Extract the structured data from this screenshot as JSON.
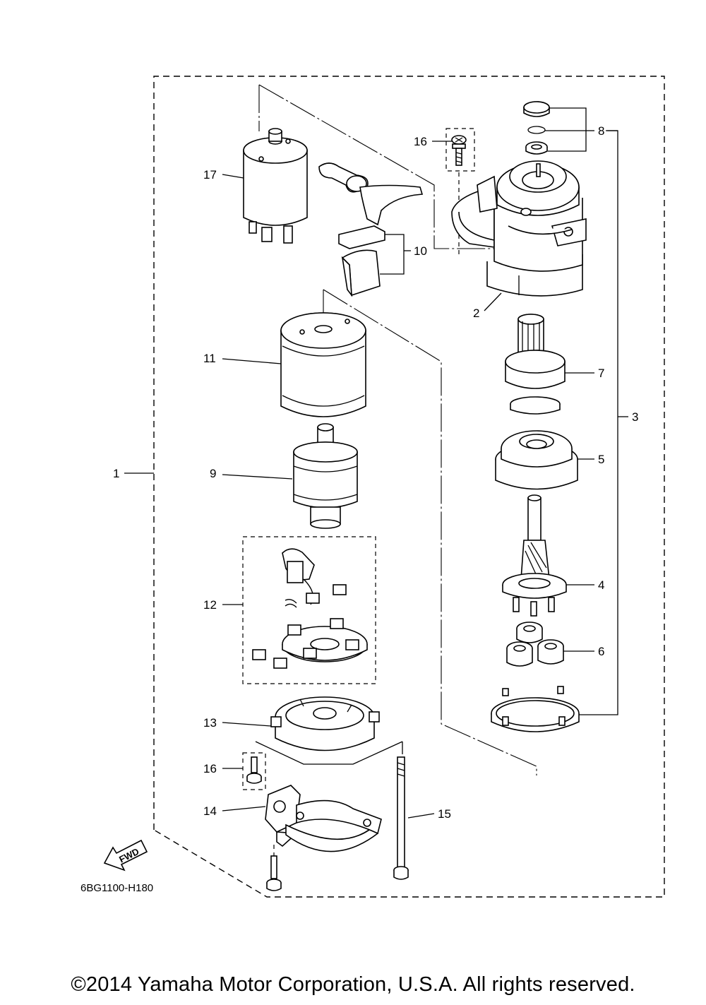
{
  "diagram": {
    "part_code": "6BG1100-H180",
    "fwd_label": "FWD",
    "callouts": {
      "c1": "1",
      "c2": "2",
      "c3": "3",
      "c4": "4",
      "c5": "5",
      "c6": "6",
      "c7": "7",
      "c8": "8",
      "c9": "9",
      "c10": "10",
      "c11": "11",
      "c12": "12",
      "c13": "13",
      "c14": "14",
      "c15": "15",
      "c16a": "16",
      "c16b": "16",
      "c17": "17"
    }
  },
  "footer": {
    "copyright": "©2014 Yamaha Motor Corporation, U.S.A. All rights reserved."
  }
}
